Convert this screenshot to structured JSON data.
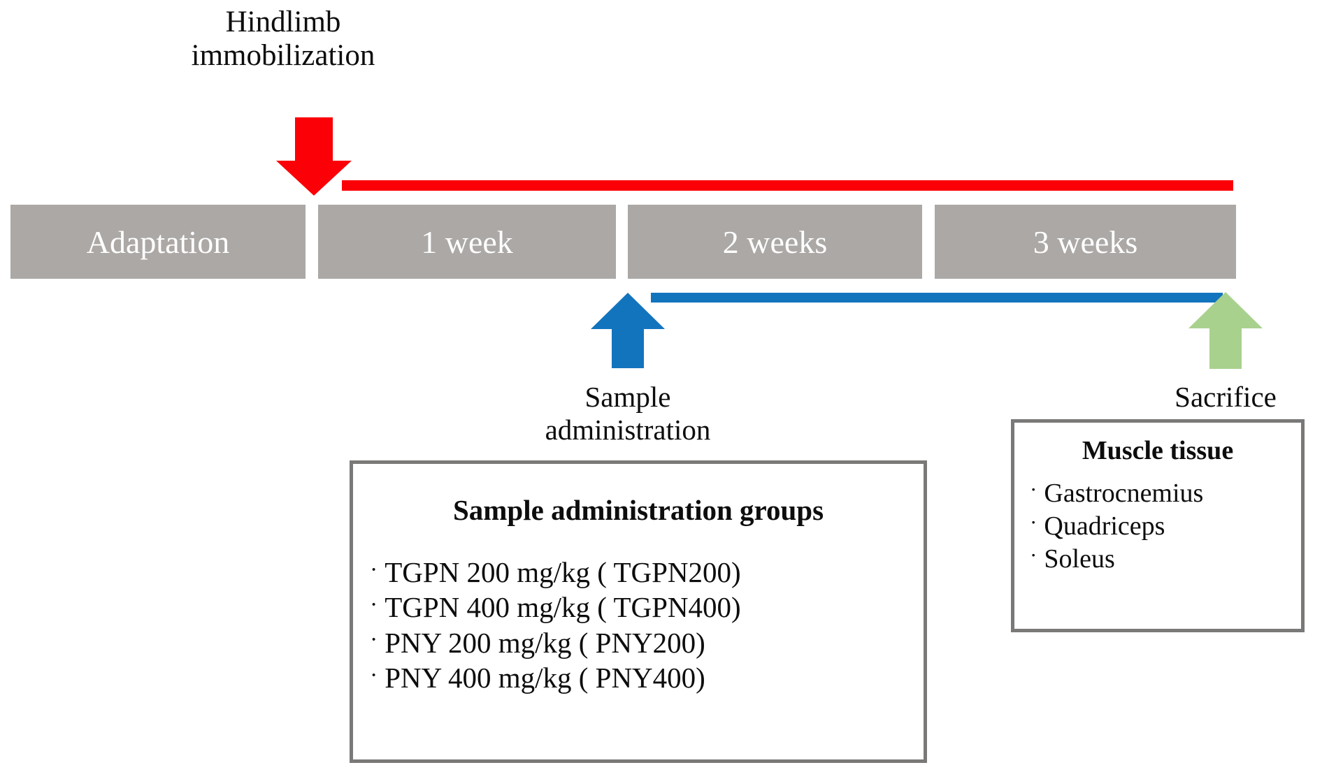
{
  "diagram": {
    "title_note": "Hindlimb immobilization experimental timeline",
    "colors": {
      "red": "#FB0007",
      "blue": "#1374BE",
      "green": "#A9D18E",
      "bar_gray": "#ABA8A6",
      "box_border_gray": "#7B7977",
      "bar_text": "#FFFFFF"
    }
  },
  "top_marker": {
    "label_line1": "Hindlimb",
    "label_line2": "immobilization",
    "arrow": "red-down-arrow"
  },
  "timeline": {
    "segments": [
      {
        "label": "Adaptation"
      },
      {
        "label": "1 week"
      },
      {
        "label": "2 weeks"
      },
      {
        "label": "3 weeks"
      }
    ]
  },
  "period_lines": {
    "immobilization_line": "red-period-line",
    "administration_line": "blue-period-line"
  },
  "sample_marker": {
    "label_line1": "Sample",
    "label_line2": "administration",
    "arrow": "blue-up-arrow"
  },
  "sacrifice_marker": {
    "label": "Sacrifice",
    "arrow": "green-up-arrow"
  },
  "sample_box": {
    "title": "Sample administration groups",
    "bullet": "·",
    "items": [
      "TGPN 200 mg/kg ( TGPN200)",
      "TGPN 400 mg/kg ( TGPN400)",
      "PNY 200 mg/kg ( PNY200)",
      "PNY 400 mg/kg ( PNY400)"
    ]
  },
  "muscle_box": {
    "title": "Muscle tissue",
    "bullet": "·",
    "items": [
      "Gastrocnemius",
      "Quadriceps",
      "Soleus"
    ]
  }
}
